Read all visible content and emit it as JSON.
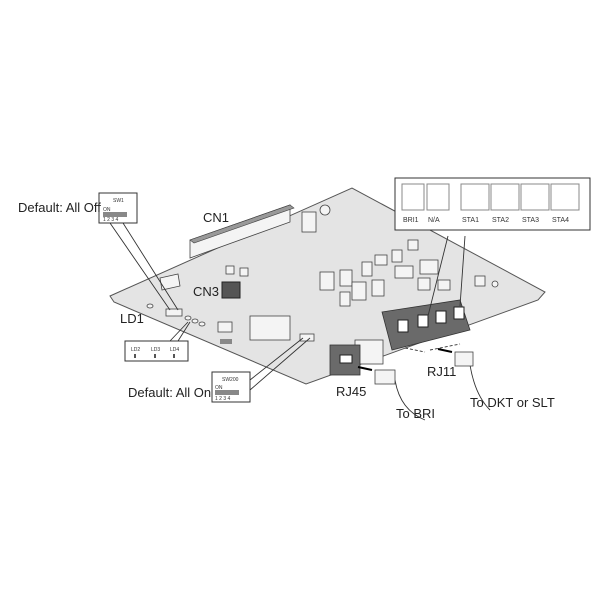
{
  "labels": {
    "sw1_default": "Default: All Off",
    "sw1": "SW1",
    "sw_on": "ON",
    "sw_pins": "1 2 3 4",
    "cn1": "CN1",
    "cn3": "CN3",
    "ld1": "LD1",
    "ld2": "LD2",
    "ld3": "LD3",
    "ld4": "LD4",
    "sw200": "SW200",
    "sw200_default": "Default: All On",
    "rj45": "RJ45",
    "to_bri": "To BRI",
    "rj11": "RJ11",
    "to_dkt": "To DKT or SLT"
  },
  "ports": [
    "BRI1",
    "N/A",
    "STA1",
    "STA2",
    "STA3",
    "STA4"
  ]
}
